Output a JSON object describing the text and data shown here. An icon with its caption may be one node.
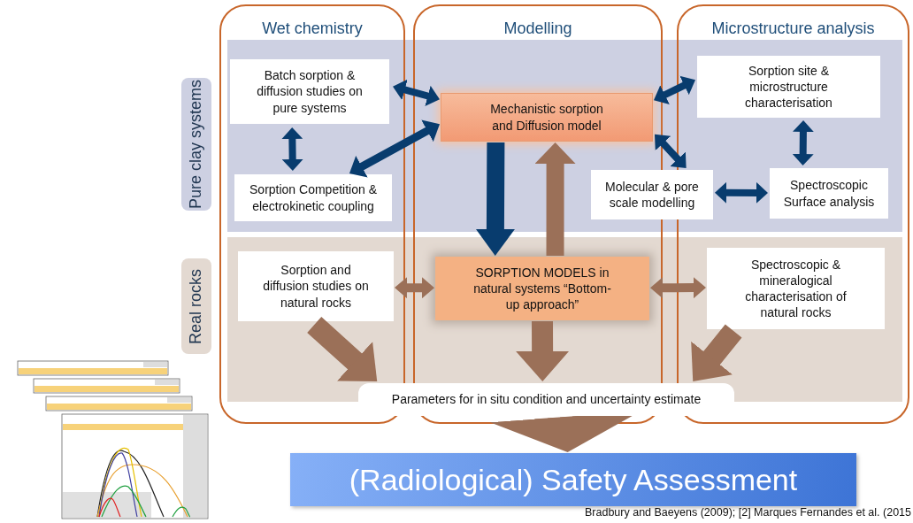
{
  "diagram": {
    "nodes": [
      {
        "text": [
          "Wet chemistry"
        ]
      },
      {
        "text": [
          "Modelling"
        ]
      },
      {
        "text": [
          "Microstructure analysis"
        ]
      },
      {
        "text": [
          "Pure clay systems"
        ]
      },
      {
        "text": [
          "Real rocks"
        ]
      },
      {
        "text": [
          "Batch sorption & diffusion studies on pure systems"
        ],
        "in": 0
      },
      {
        "text": [
          "Mechanistic sorption and Diffusion model"
        ],
        "in": 1
      },
      {
        "text": [
          "Sorption site & microstructure characterisation"
        ],
        "in": 2
      },
      {
        "text": [
          "Sorption Competition & electrokinetic coupling"
        ],
        "in": 0
      },
      {
        "text": [
          "Molecular & pore scale modelling"
        ]
      },
      {
        "text": [
          "Spectroscopic Surface analysis"
        ],
        "in": 2
      },
      {
        "text": [
          "Sorption and diffusion studies on natural rocks"
        ],
        "in": 0
      },
      {
        "text": [
          "SORPTION MODELS in natural systems “Bottom-up approach”"
        ],
        "in": 1
      },
      {
        "text": [
          "Spectroscopic & mineralogical characterisation of natural rocks"
        ],
        "in": 2
      },
      {
        "text": [
          "Parameters for in situ condition and uncertainty estimate"
        ]
      },
      {
        "text": [
          "(Radiological) Safety Assessment"
        ]
      }
    ],
    "edges": [
      {
        "from": 5,
        "to": 6,
        "arrow": "both"
      },
      {
        "from": 8,
        "to": 6,
        "arrow": "both"
      },
      {
        "from": 5,
        "to": 8,
        "arrow": "both"
      },
      {
        "from": 7,
        "to": 6,
        "arrow": "both"
      },
      {
        "from": 9,
        "to": 6,
        "arrow": "both"
      },
      {
        "from": 7,
        "to": 10,
        "arrow": "both"
      },
      {
        "from": 9,
        "to": 10,
        "arrow": "both"
      },
      {
        "from": 6,
        "to": 12,
        "arrow": "to"
      },
      {
        "from": 12,
        "to": 6,
        "arrow": "to",
        "color": "#9b7058"
      },
      {
        "from": 11,
        "to": 12,
        "arrow": "both",
        "color": "#9b7058"
      },
      {
        "from": 12,
        "to": 13,
        "arrow": "both",
        "color": "#9b7058"
      },
      {
        "from": 11,
        "to": 14,
        "arrow": "to",
        "color": "#9b7058"
      },
      {
        "from": 12,
        "to": 14,
        "arrow": "to",
        "color": "#9b7058"
      },
      {
        "from": 13,
        "to": 14,
        "arrow": "to",
        "color": "#9b7058"
      },
      {
        "from": 14,
        "to": 15,
        "arrow": "to",
        "color": "#9b7058"
      }
    ],
    "labels": [
      "Bradbury and Baeyens (2009); [2] Marques Fernandes et al. (2015"
    ]
  }
}
